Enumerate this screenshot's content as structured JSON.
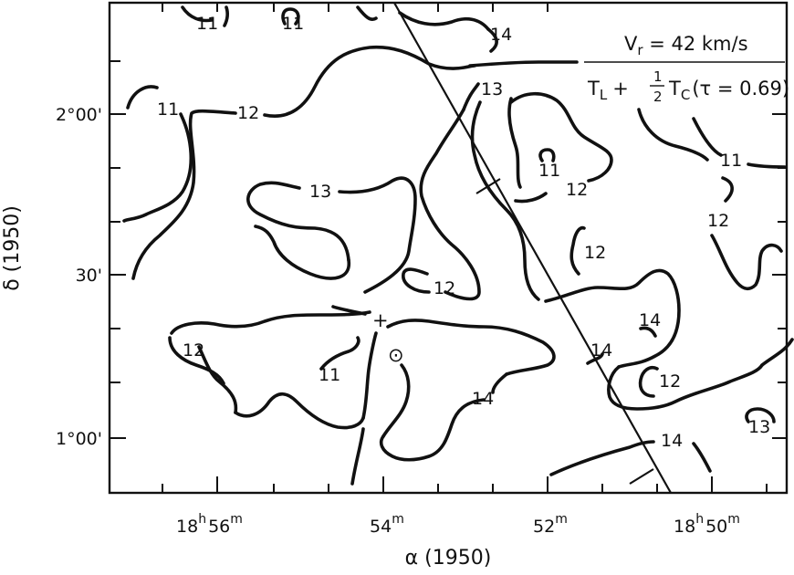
{
  "chart_data": {
    "type": "contour",
    "xlabel": "α (1950)",
    "ylabel": "δ (1950)",
    "x_ticks": [
      {
        "value": 18.9333,
        "main": "18",
        "sup1": "h",
        "mid": "56",
        "sup2": "m"
      },
      {
        "value": 18.9,
        "main": "54",
        "sup1": "",
        "mid": "",
        "sup2": "m"
      },
      {
        "value": 18.8667,
        "main": "52",
        "sup1": "",
        "mid": "",
        "sup2": "m"
      },
      {
        "value": 18.8333,
        "main": "18",
        "sup1": "h",
        "mid": "50",
        "sup2": "m"
      }
    ],
    "y_ticks": [
      {
        "value": 2.0,
        "label": "2°00'"
      },
      {
        "value": 1.5,
        "label": "30'"
      },
      {
        "value": 1.0,
        "label": "1°00'"
      }
    ],
    "annotation": {
      "line1": "V",
      "line1_sub": "r",
      "line1_rest": " = 42 km/s",
      "line2_a": "T",
      "line2_a_sub": "L",
      "line2_plus": "+",
      "frac_num": "1",
      "frac_den": "2",
      "line2_b": "T",
      "line2_b_sub": "C",
      "line2_rest": "(τ = 0.69)"
    },
    "contour_labels": [
      "11",
      "11",
      "14",
      "13",
      "11",
      "12",
      "13",
      "11",
      "12",
      "11",
      "12",
      "12",
      "12",
      "12",
      "11",
      "14",
      "14",
      "14",
      "12",
      "13",
      "14"
    ],
    "markers": [
      "+",
      "⊙"
    ]
  }
}
